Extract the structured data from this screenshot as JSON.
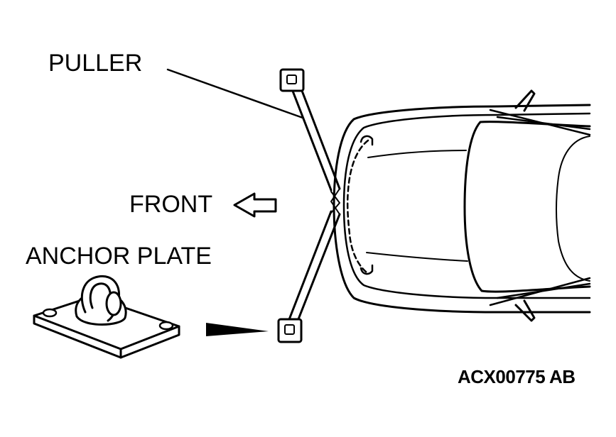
{
  "labels": {
    "puller": "PULLER",
    "front": "FRONT",
    "anchor_plate": "ANCHOR PLATE",
    "figure_code": "ACX00775 AB"
  },
  "colors": {
    "ink": "#000000",
    "paper": "#ffffff"
  },
  "icons": {
    "direction": "front-arrow-icon"
  }
}
